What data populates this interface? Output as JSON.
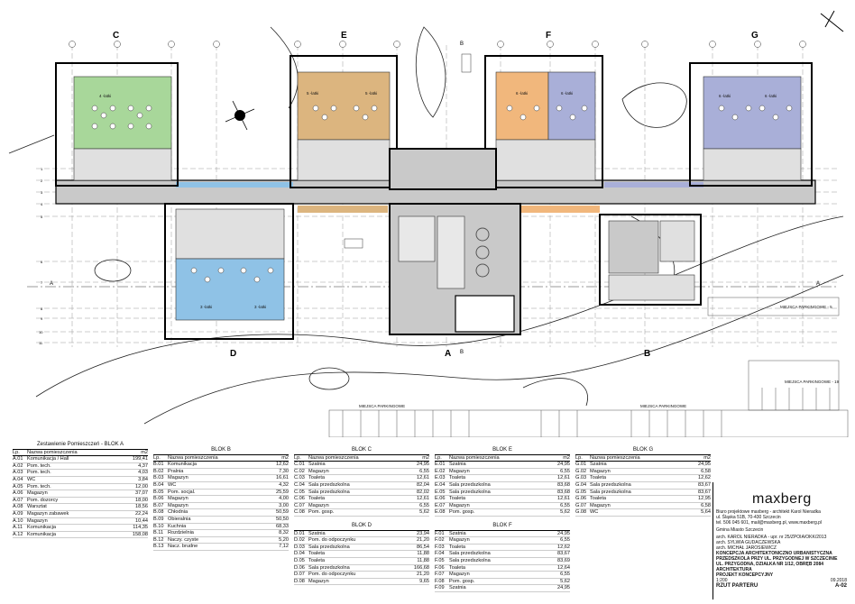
{
  "plan": {
    "column_labels": [
      "C",
      "E",
      "F",
      "G",
      "D",
      "A",
      "B"
    ],
    "section_labels": [
      "A",
      "A",
      "B",
      "B"
    ],
    "row_marks": [
      "1",
      "2",
      "3",
      "4",
      "5",
      "6",
      "7",
      "8",
      "9",
      "10",
      "11"
    ],
    "rooms": {
      "c_room": "4 -latki",
      "e_room1": "5 -latki",
      "e_room2": "5 -latki",
      "f_room1": "6 -latki",
      "f_room2": "6 -latki",
      "g_room1": "6 -latki",
      "g_room2": "6 -latki",
      "d_room1": "3 -latki",
      "d_room2": "3 -latki"
    },
    "parking_labels": [
      "MIEJSCA PARKINGOWE - 5",
      "MIEJSCA PARKINGOWE - 19",
      "MIEJSCA PARKINGOWE",
      "MIEJSCA PARKINGOWE"
    ]
  },
  "tables": {
    "a": {
      "title": "Zestawienie Pomieszczeń - BLOK A",
      "headers": [
        "Lp.",
        "Nazwa pomieszczenia",
        "m2"
      ],
      "rows": [
        [
          "A.01",
          "Komunikacja / Hall",
          "199,41"
        ],
        [
          "A.02",
          "Pom. tech.",
          "4,37"
        ],
        [
          "A.03",
          "Pom. tech.",
          "4,03"
        ],
        [
          "A.04",
          "WC",
          "3,84"
        ],
        [
          "A.05",
          "Pom. tech.",
          "12,00"
        ],
        [
          "A.06",
          "Magazyn",
          "37,07"
        ],
        [
          "A.07",
          "Pom. dozorcy",
          "18,00"
        ],
        [
          "A.08",
          "Warsztat",
          "18,56"
        ],
        [
          "A.09",
          "Magazyn zabawek",
          "22,24"
        ],
        [
          "A.10",
          "Magazyn",
          "10,44"
        ],
        [
          "A.11",
          "Komunikacja",
          "114,35"
        ],
        [
          "A.12",
          "Komunikacja",
          "158,08"
        ]
      ]
    },
    "b": {
      "title": "BLOK B",
      "headers": [
        "Lp.",
        "Nazwa pomieszczenia",
        "m2"
      ],
      "rows": [
        [
          "B.01",
          "Komunikacja",
          "12,62"
        ],
        [
          "B.02",
          "Pralnia",
          "7,30"
        ],
        [
          "B.03",
          "Magazyn",
          "16,61"
        ],
        [
          "B.04",
          "WC",
          "4,32"
        ],
        [
          "B.05",
          "Pom. socjal.",
          "25,59"
        ],
        [
          "B.06",
          "Magazyn",
          "4,00"
        ],
        [
          "B.07",
          "Magazyn",
          "3,00"
        ],
        [
          "B.08",
          "Chłodnia",
          "50,59"
        ],
        [
          "B.09",
          "Obieralnia",
          "50,50"
        ],
        [
          "B.10",
          "Kuchnia",
          "68,33"
        ],
        [
          "B.11",
          "Rozdzielnia",
          "8,32"
        ],
        [
          "B.12",
          "Naczy. czyste",
          "5,20"
        ],
        [
          "B.13",
          "Nacz. brudne",
          "7,12"
        ]
      ]
    },
    "c": {
      "title": "BLOK C",
      "headers": [
        "Lp.",
        "Nazwa pomieszczenia",
        "m2"
      ],
      "rows": [
        [
          "C.01",
          "Szatnia",
          "24,95"
        ],
        [
          "C.02",
          "Magazyn",
          "6,55"
        ],
        [
          "C.03",
          "Toaleta",
          "12,61"
        ],
        [
          "C.04",
          "Sala przedszkolna",
          "82,04"
        ],
        [
          "C.05",
          "Sala przedszkolna",
          "82,02"
        ],
        [
          "C.06",
          "Toaleta",
          "12,61"
        ],
        [
          "C.07",
          "Magazyn",
          "6,55"
        ],
        [
          "C.08",
          "Pom. gosp.",
          "5,62"
        ]
      ]
    },
    "d": {
      "title": "BLOK D",
      "headers": [],
      "rows": [
        [
          "D.01",
          "Szatnia",
          "23,94"
        ],
        [
          "D.02",
          "Pom. do odpoczynku",
          "21,20"
        ],
        [
          "D.03",
          "Sala przedszkolna",
          "86,54"
        ],
        [
          "D.04",
          "Toaleta",
          "11,88"
        ],
        [
          "D.05",
          "Toaleta",
          "11,88"
        ],
        [
          "D.06",
          "Sala przedszkolna",
          "166,68"
        ],
        [
          "D.07",
          "Pom. do odpoczynku",
          "21,20"
        ],
        [
          "D.08",
          "Magazyn",
          "9,65"
        ]
      ]
    },
    "e": {
      "title": "BLOK E",
      "headers": [
        "Lp.",
        "Nazwa pomieszczenia",
        "m2"
      ],
      "rows": [
        [
          "E.01",
          "Szatnia",
          "24,95"
        ],
        [
          "E.02",
          "Magazyn",
          "6,55"
        ],
        [
          "E.03",
          "Toaleta",
          "12,61"
        ],
        [
          "E.04",
          "Sala przedszkolna",
          "83,68"
        ],
        [
          "E.05",
          "Sala przedszkolna",
          "83,68"
        ],
        [
          "E.06",
          "Toaleta",
          "12,61"
        ],
        [
          "E.07",
          "Magazyn",
          "6,55"
        ],
        [
          "E.08",
          "Pom. gosp.",
          "5,62"
        ]
      ]
    },
    "f": {
      "title": "BLOK F",
      "headers": [],
      "rows": [
        [
          "F.01",
          "Szatnia",
          "24,95"
        ],
        [
          "F.02",
          "Magazyn",
          "6,55"
        ],
        [
          "F.03",
          "Toaleta",
          "12,62"
        ],
        [
          "F.04",
          "Sala przedszkolna",
          "83,67"
        ],
        [
          "F.05",
          "Sala przedszkolna",
          "83,69"
        ],
        [
          "F.06",
          "Toaleta",
          "12,64"
        ],
        [
          "F.07",
          "Magazyn",
          "6,55"
        ],
        [
          "F.08",
          "Pom. gosp.",
          "5,62"
        ],
        [
          "F.09",
          "Szatnia",
          "24,95"
        ]
      ]
    },
    "g": {
      "title": "BLOK G",
      "headers": [
        "Lp.",
        "Nazwa pomieszczenia",
        "m2"
      ],
      "rows": [
        [
          "G.01",
          "Szatnia",
          "24,95"
        ],
        [
          "G.02",
          "Magazyn",
          "6,58"
        ],
        [
          "G.03",
          "Toaleta",
          "12,62"
        ],
        [
          "G.04",
          "Sala przedszkolna",
          "83,67"
        ],
        [
          "G.05",
          "Sala przedszkolna",
          "83,67"
        ],
        [
          "G.06",
          "Toaleta",
          "12,95"
        ],
        [
          "G.07",
          "Magazyn",
          "6,58"
        ],
        [
          "G.08",
          "WC",
          "5,64"
        ]
      ]
    }
  },
  "title_block": {
    "brand": "maxberg",
    "firm": "Biuro projektowe maxberg - architekt Karol Nieradka",
    "address": "ul. Śląska 51B, 70-430 Szczecin",
    "contact": "tel. 506 045 601, mail@maxberg.pl, www.maxberg.pl",
    "investor": "Gmina Miasto Szczecin",
    "arch1": "arch. KAROL NIERADKA - upr. nr 25/ZPOIA/OKK/2013",
    "arch2": "arch. SYLWIA GUDACZEWSKA",
    "arch3": "arch. MICHAŁ JAROSIEWICZ",
    "concept": "KONCEPCJA ARCHITEKTONICZNO URBANISTYCZNA",
    "project_name": "PRZEDSZKOLA PRZY UL. PRZYGODNEJ W SZCZECINIE",
    "location": "UL. PRZYGODNA, DZIAŁKA NR 1/12, OBRĘB 2084",
    "branch": "ARCHITEKTURA",
    "stage": "PROJEKT KONCEPCYJNY",
    "scale": "1:200",
    "date": "09.2018",
    "sheet_title": "RZUT PARTERU",
    "sheet_no": "A-02"
  },
  "colors": {
    "green": "#a8d79a",
    "tan": "#dcb57f",
    "orange": "#f1b77c",
    "lavender": "#a9afd8",
    "blue": "#8fc2e6",
    "grey": "#c9c9c9"
  }
}
